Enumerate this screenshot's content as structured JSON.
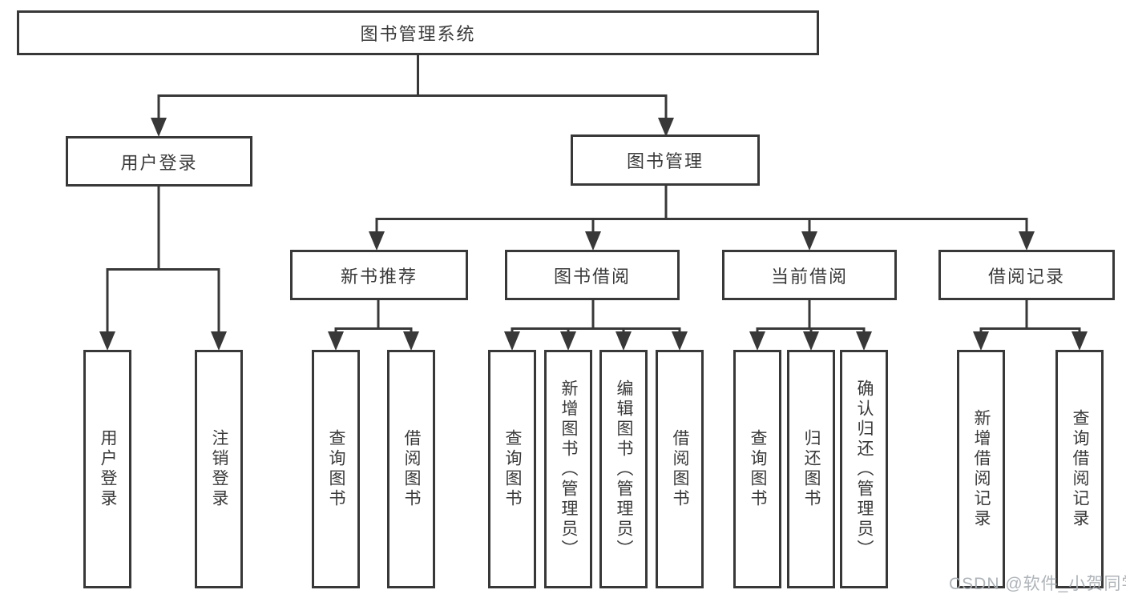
{
  "colors": {
    "line": "#383838",
    "box_border": "#383838",
    "box_background": "#ffffff",
    "text": "#3a3a3a",
    "watermark_text": "#aab0b6"
  },
  "diagram": {
    "root": "图书管理系统",
    "user_login": {
      "label": "用户登录",
      "children": [
        "用户登录",
        "注销登录"
      ]
    },
    "book_management": {
      "label": "图书管理",
      "new_book": {
        "label": "新书推荐",
        "children": [
          "查询图书",
          "借阅图书"
        ]
      },
      "borrowing": {
        "label": "图书借阅",
        "children": [
          "查询图书",
          "新增图书（管理员）",
          "编辑图书（管理员）",
          "借阅图书"
        ]
      },
      "current": {
        "label": "当前借阅",
        "children": [
          "查询图书",
          "归还图书",
          "确认归还（管理员）"
        ]
      },
      "records": {
        "label": "借阅记录",
        "children": [
          "新增借阅记录",
          "查询借阅记录"
        ]
      }
    }
  },
  "watermark": "CSDN @软件_小贺同学"
}
